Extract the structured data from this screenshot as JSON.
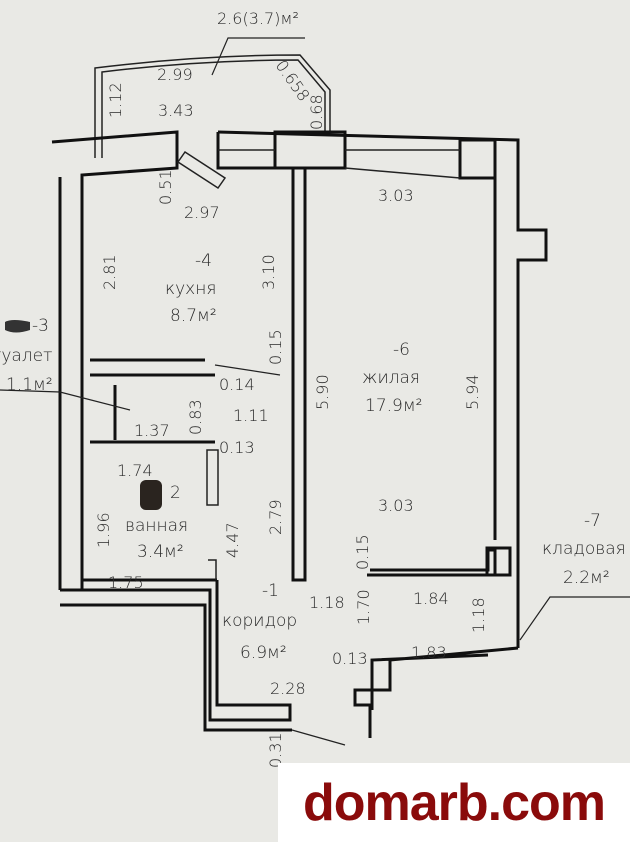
{
  "balcony": {
    "area": "2.6(3.7)м²",
    "dims": [
      "2.99",
      "3.43",
      "1.12",
      "0.658",
      "0.68"
    ]
  },
  "kitchen": {
    "num": "-4",
    "name": "кухня",
    "area": "8.7м²",
    "dims": [
      "0.51",
      "2.97",
      "2.81",
      "3.10",
      "0.15"
    ]
  },
  "toilet": {
    "num": "-3",
    "name": "туалет",
    "area": "1.1м²",
    "dims": [
      "0.14",
      "1.37",
      "0.83",
      "1.11",
      "0.13"
    ]
  },
  "living": {
    "num": "-6",
    "name": "жилая",
    "area": "17.9м²",
    "dims": [
      "3.03",
      "5.90",
      "5.94",
      "3.03",
      "0.15"
    ]
  },
  "bath": {
    "num": "2",
    "name": "ванная",
    "area": "3.4м²",
    "dims": [
      "1.74",
      "1.96",
      "4.47",
      "2.79",
      "1.75"
    ]
  },
  "corridor": {
    "num": "-1",
    "name": "коридор",
    "area": "6.9м²",
    "dims": [
      "1.18",
      "1.70",
      "2.28",
      "0.31",
      "0.13"
    ]
  },
  "storage": {
    "num": "-7",
    "name": "кладовая",
    "area": "2.2м²",
    "dims": [
      "1.84",
      "1.83",
      "1.18"
    ]
  },
  "watermark": "domarb.com"
}
